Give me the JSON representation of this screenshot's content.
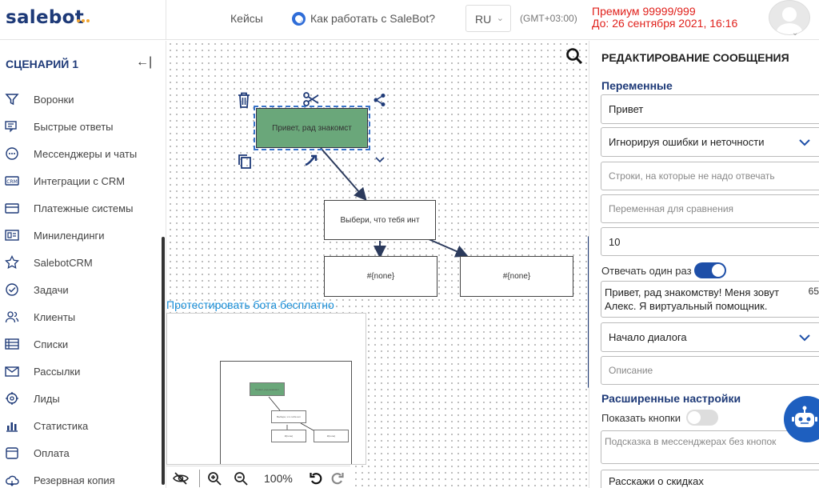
{
  "header": {
    "logo": "salebot",
    "nav_cases": "Кейсы",
    "nav_help": "Как работать с SaleBot?",
    "language": "RU",
    "timezone": "(GMT+03:00)",
    "premium_line1": "Премиум 99999/999",
    "premium_line2": "До: 26 сентября 2021, 16:16"
  },
  "sidebar": {
    "scenario_title": "СЦЕНАРИЙ 1",
    "items": [
      {
        "label": "Воронки",
        "icon": "funnel-icon"
      },
      {
        "label": "Быстрые ответы",
        "icon": "chat-lines-icon"
      },
      {
        "label": "Мессенджеры и чаты",
        "icon": "chat-dots-icon"
      },
      {
        "label": "Интеграции с CRM",
        "icon": "crm-icon"
      },
      {
        "label": "Платежные системы",
        "icon": "card-icon"
      },
      {
        "label": "Минилендинги",
        "icon": "landing-icon"
      },
      {
        "label": "SalebotCRM",
        "icon": "star-icon"
      },
      {
        "label": "Задачи",
        "icon": "check-circle-icon"
      },
      {
        "label": "Клиенты",
        "icon": "users-icon"
      },
      {
        "label": "Списки",
        "icon": "list-icon"
      },
      {
        "label": "Рассылки",
        "icon": "mail-icon"
      },
      {
        "label": "Лиды",
        "icon": "target-icon"
      },
      {
        "label": "Статистика",
        "icon": "chart-icon"
      },
      {
        "label": "Оплата",
        "icon": "wallet-icon"
      },
      {
        "label": "Резервная копия",
        "icon": "cloud-icon"
      }
    ]
  },
  "canvas": {
    "node_main": "Привет, рад знакомст",
    "node_second": "Выбери, что тебя инт",
    "node_none_left": "#{none}",
    "node_none_right": "#{none}",
    "test_link": "Протестировать бота бесплатно",
    "minimap_node_main": "Привет, рад знакомст",
    "minimap_node_second": "Выбери, что тебя инт",
    "minimap_none_left": "#{none}",
    "minimap_none_right": "#{none}",
    "zoom": "100%",
    "colors": {
      "node_fill": "#6aa77a",
      "selection": "#3a74c9"
    }
  },
  "panel": {
    "title": "РЕДАКТИРОВАНИЕ СООБЩЕНИЯ",
    "variables_title": "Переменные",
    "trigger_value": "Привет",
    "match_mode": "Игнорируя ошибки и неточности",
    "exclude_placeholder": "Строки, на которые не надо отвечать",
    "compare_var_placeholder": "Переменная для сравнения",
    "number_value": "10",
    "reply_once_label": "Отвечать один раз",
    "reply_once": true,
    "message_text": "Привет, рад знакомству! Меня зовут Алекс. Я виртуальный помощник.",
    "message_count": "65",
    "message_type": "Начало диалога",
    "description_placeholder": "Описание",
    "advanced_title": "Расширенные настройки",
    "show_buttons_label": "Показать кнопки",
    "show_buttons": false,
    "hint_placeholder": "Подсказка в мессенджерах без кнопок",
    "button_text": "Расскажи о скидках"
  }
}
